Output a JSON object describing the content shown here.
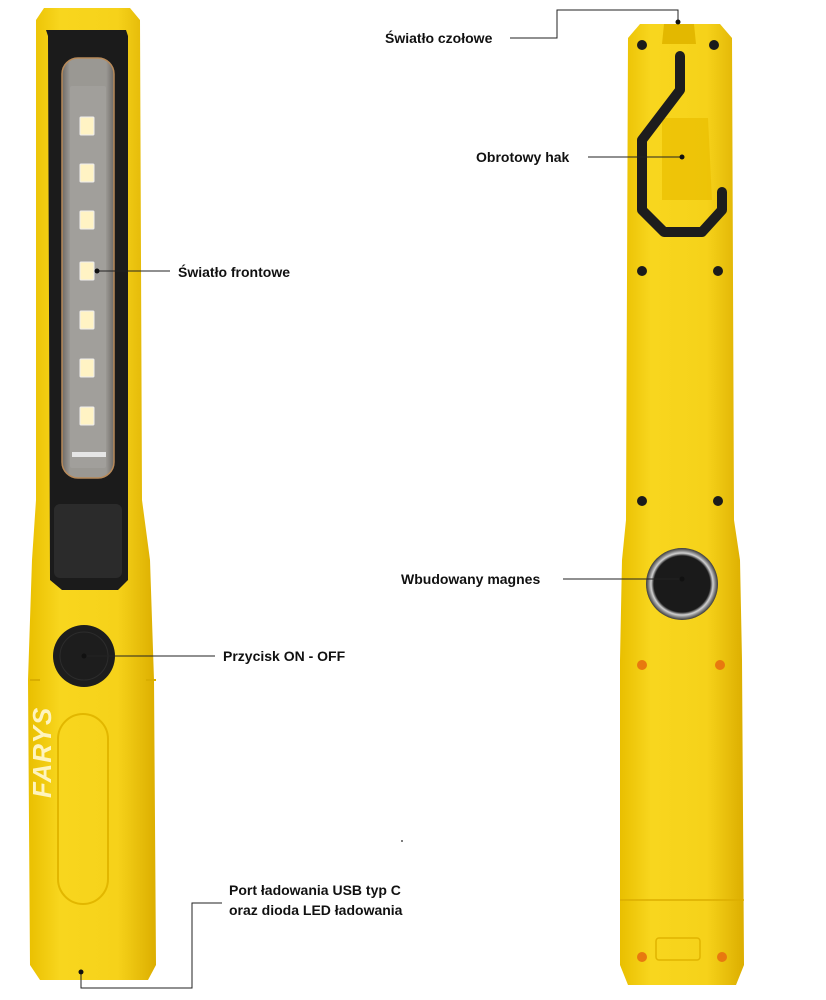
{
  "image": {
    "description": "Yellow rechargeable LED inspection/work light shown from front and back with Polish feature callouts",
    "background": "#ffffff",
    "colors": {
      "body_yellow": "#f6d21a",
      "body_shadow": "#d9b000",
      "black_trim": "#1b1b1b",
      "led_lens": "#8d8d8a",
      "led_chip": "#fff3c4",
      "magnet_ring": "#b9b9b9",
      "screw_holes": "#e8790f",
      "callout_line": "#222222",
      "logo_color": "#fff7c8"
    }
  },
  "views": {
    "front": {
      "name": "front view",
      "logo": "FARYS",
      "led_count": 7
    },
    "back": {
      "name": "back view",
      "screws": 6,
      "holes": 4
    }
  },
  "callouts": [
    {
      "id": "head-light",
      "text": "Światło czołowe"
    },
    {
      "id": "rotating-hook",
      "text": "Obrotowy hak"
    },
    {
      "id": "front-light",
      "text": "Światło frontowe"
    },
    {
      "id": "built-in-magnet",
      "text": "Wbudowany magnes"
    },
    {
      "id": "power-button",
      "text": "Przycisk ON - OFF"
    },
    {
      "id": "usb-port",
      "text": "Port ładowania USB typ C",
      "text2": "oraz dioda LED ładowania"
    }
  ]
}
